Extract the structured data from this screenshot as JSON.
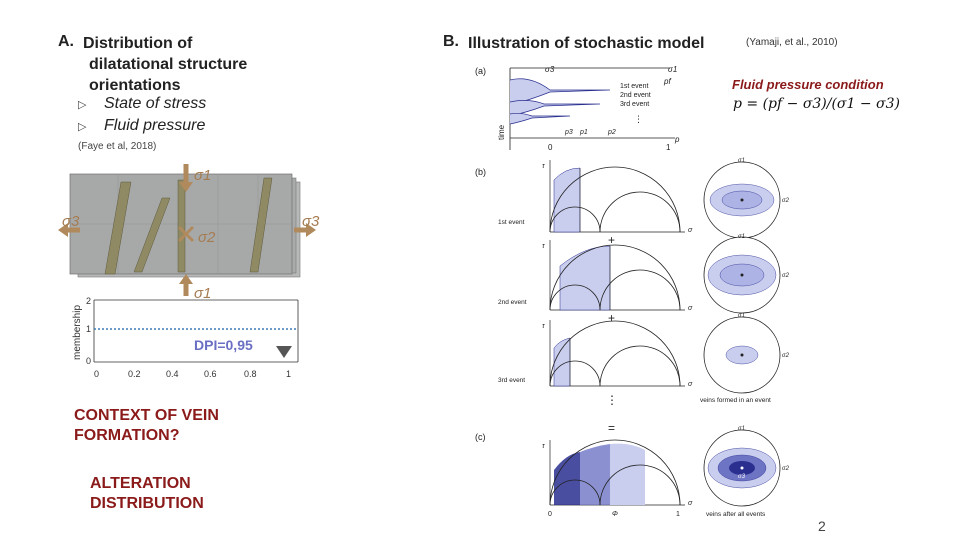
{
  "panel_a": {
    "letter": "A.",
    "title_lines": [
      "Distribution of",
      "dilatational structure",
      "orientations"
    ],
    "bullets": [
      "State of stress",
      "Fluid pressure"
    ],
    "citation": "(Faye et al, 2018)",
    "sigma1_top": "σ1",
    "sigma1_bottom": "σ1",
    "sigma2": "σ2",
    "sigma3_left": "σ3",
    "sigma3_right": "σ3",
    "dpi_label": "DPI=0,95",
    "membership_label": "membership",
    "y_ticks": [
      "2",
      "1",
      "0"
    ],
    "x_ticks": [
      "0",
      "0.2",
      "0.4",
      "0.6",
      "0.8",
      "1"
    ]
  },
  "panel_b": {
    "letter": "B.",
    "title": "Illustration of stochastic model",
    "citation": "(Yamaji, et al., 2010)",
    "fp_title": "Fluid pressure condition",
    "formula": "p = (pf − σ3)/(σ1 − σ3)",
    "sub_a": "(a)",
    "sub_b": "(b)",
    "sub_c": "(c)",
    "events": [
      "1st event",
      "2nd event",
      "3rd event"
    ],
    "events_short": [
      "1st event",
      "2nd event",
      "3rd event"
    ],
    "axis_time": "time",
    "axis_p": "p",
    "axis_tau": "τ",
    "axis_sigma": "σ",
    "axis_phi": "Φ",
    "sigma_labels": [
      "σ1",
      "σ2",
      "σ3"
    ],
    "p_labels": [
      "p3",
      "p1",
      "p2",
      "pf"
    ],
    "zero": "0",
    "one": "1",
    "veins_event": "veins formed in an event",
    "veins_all": "veins after all events"
  },
  "context": {
    "question_lines": [
      "CONTEXT OF VEIN",
      "FORMATION?"
    ],
    "alteration_lines": [
      "ALTERATION",
      "DISTRIBUTION"
    ]
  },
  "page_number": "2",
  "colors": {
    "dark_red": "#8b1a1a",
    "blue_fill": "#c9cdee",
    "dark_blue": "#2a2f8f",
    "grey_block": "#a9abab",
    "vein_olive": "#8f8a64",
    "arrow_tan": "#b08a5c"
  }
}
